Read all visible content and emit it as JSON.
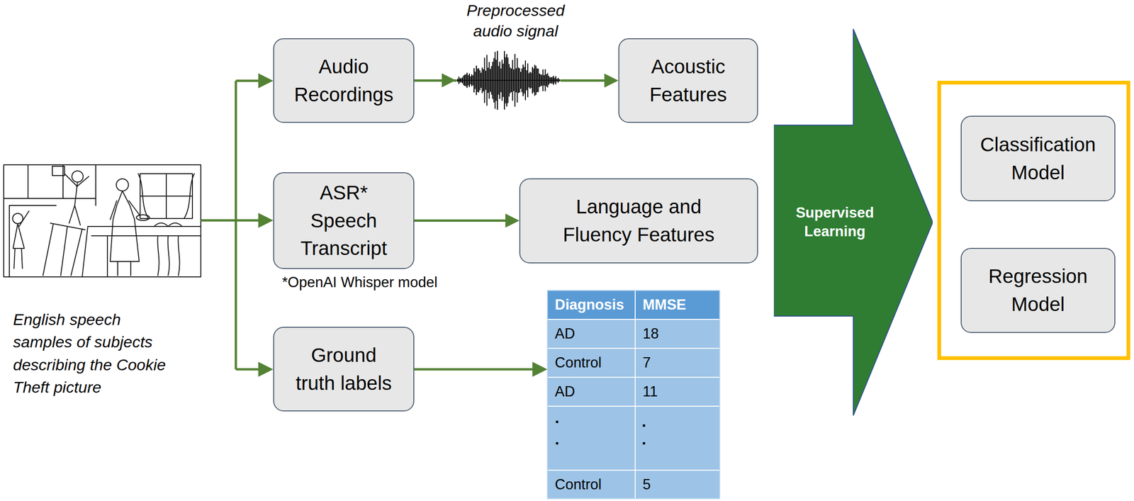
{
  "diagram": {
    "nodes": [
      {
        "text": [
          "Audio Recordings"
        ]
      },
      {
        "text": [
          "ASR* Speech Transcript"
        ]
      },
      {
        "text": [
          "Ground truth labels"
        ]
      },
      {
        "text": [
          "Acoustic Features"
        ]
      },
      {
        "text": [
          "Language and Fluency Features"
        ]
      },
      {
        "text": [
          "Supervised Learning"
        ]
      },
      {
        "text": []
      },
      {
        "text": [
          "Classification Model"
        ],
        "in": 6
      },
      {
        "text": [
          "Regression Model"
        ],
        "in": 6
      }
    ],
    "edges": [
      {
        "from": 0,
        "to": 3,
        "arrow": "to"
      },
      {
        "from": 1,
        "to": 4,
        "arrow": "to"
      }
    ],
    "labels": [
      "Preprocessed audio signal",
      "*OpenAI Whisper model",
      "English speech samples of subjects describing the Cookie Theft picture",
      "Diagnosis",
      "MMSE",
      "AD",
      "18",
      "Control",
      "7",
      "AD",
      "11",
      ".",
      ".",
      ".",
      ".",
      "Control",
      "5"
    ]
  }
}
